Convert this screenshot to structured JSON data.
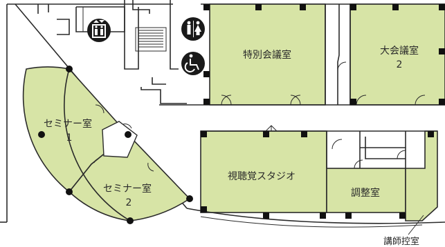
{
  "map": {
    "background": "#ffffff",
    "room_fill": "#d7e4a6",
    "wall_color": "#2a2a2a",
    "rooms": {
      "special_conference": {
        "label": "特別会議室"
      },
      "grand_conference": {
        "line1": "大会議室",
        "line2": "2"
      },
      "seminar_1": {
        "line1": "セミナー室",
        "line2": "1"
      },
      "seminar_2": {
        "line1": "セミナー室",
        "line2": "2"
      },
      "av_studio": {
        "label": "視聴覚スタジオ"
      },
      "control_room": {
        "label": "調整室"
      }
    },
    "callouts": {
      "lecturer_waiting": "講師控室"
    },
    "icons": [
      "elevator-icon",
      "restroom-icon",
      "wheelchair-icon"
    ]
  }
}
